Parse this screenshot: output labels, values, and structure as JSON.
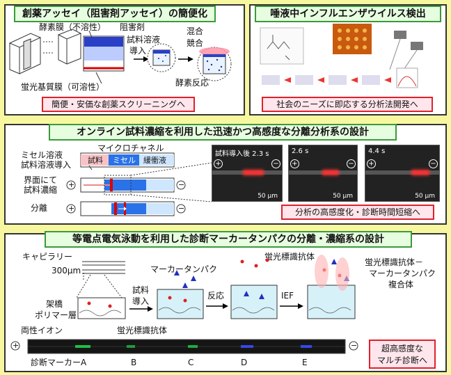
{
  "panel1": {
    "title": "創薬アッセイ（阻害剤アッセイ）の簡便化",
    "enzyme_membrane": "酵素膜（不溶性）",
    "inhibitor": "阻害剤",
    "sample_solution": "試料溶液",
    "introduce": "導入",
    "mix": "混合",
    "compete": "競合",
    "enzyme_reaction": "酵素反応",
    "substrate_membrane": "蛍光基質膜（可溶性）",
    "footer": "簡便・安価な創薬スクリーニングへ"
  },
  "panel2": {
    "title": "唾液中インフルエンザウイルス検出",
    "footer": "社会のニーズに即応する分析法開発へ"
  },
  "panel3": {
    "title": "オンライン試料濃縮を利用した迅速かつ高感度な分離分析系の設計",
    "microchannel": "マイクロチャネル",
    "row1_a": "ミセル溶液",
    "row1_b": "試料溶液導入",
    "row2_a": "界面にて",
    "row2_b": "試料濃縮",
    "row3": "分離",
    "seg_sample": "試料",
    "seg_micelle": "ミセル",
    "seg_buffer": "緩衝液",
    "plus": "+",
    "minus": "−",
    "frame1": "試料導入後 2.3 s",
    "frame2": "2.6 s",
    "frame3": "4.4 s",
    "scalebar": "50 µm",
    "footer": "分析の高感度化・診断時間短縮へ"
  },
  "panel4": {
    "title": "等電点電気泳動を利用した診断マーカータンパクの分離・濃縮系の設計",
    "capillary": "キャピラリー",
    "size": "300µm",
    "crosslink_a": "架橋",
    "crosslink_b": "ポリマー層",
    "zwitterion": "両性イオン",
    "marker_protein": "マーカータンパク",
    "sample_a": "試料",
    "sample_b": "導入",
    "reaction": "反応",
    "ief": "IEF",
    "fl_antibody_top": "蛍光標識抗体",
    "fl_antibody_bottom": "蛍光標識抗体",
    "complex_a": "蛍光標識抗体－",
    "complex_b": "マーカータンパク",
    "complex_c": "複合体",
    "marker_a": "診断マーカーA",
    "marker_b": "B",
    "marker_c": "C",
    "marker_d": "D",
    "marker_e": "E",
    "footer_a": "超高感度な",
    "footer_b": "マルチ診断へ"
  }
}
